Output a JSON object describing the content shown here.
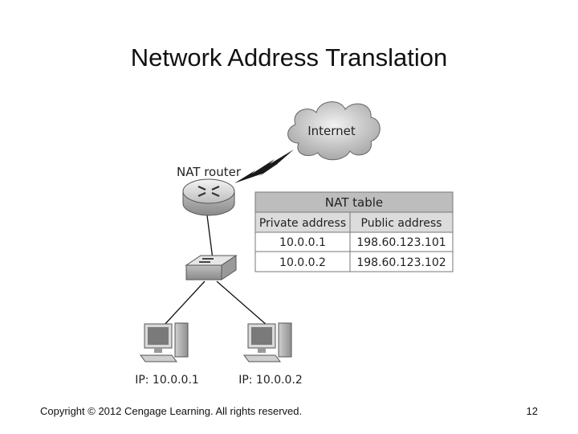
{
  "title": "Network Address Translation",
  "cloud_label": "Internet",
  "router_label": "NAT router",
  "nat_table": {
    "title": "NAT table",
    "headers": [
      "Private address",
      "Public address"
    ],
    "rows": [
      [
        "10.0.0.1",
        "198.60.123.101"
      ],
      [
        "10.0.0.2",
        "198.60.123.102"
      ]
    ]
  },
  "hosts": [
    {
      "label": "IP: 10.0.0.1"
    },
    {
      "label": "IP: 10.0.0.2"
    }
  ],
  "footer": {
    "copyright": "Copyright © 2012 Cengage Learning. All rights reserved.",
    "page_number": "12"
  }
}
